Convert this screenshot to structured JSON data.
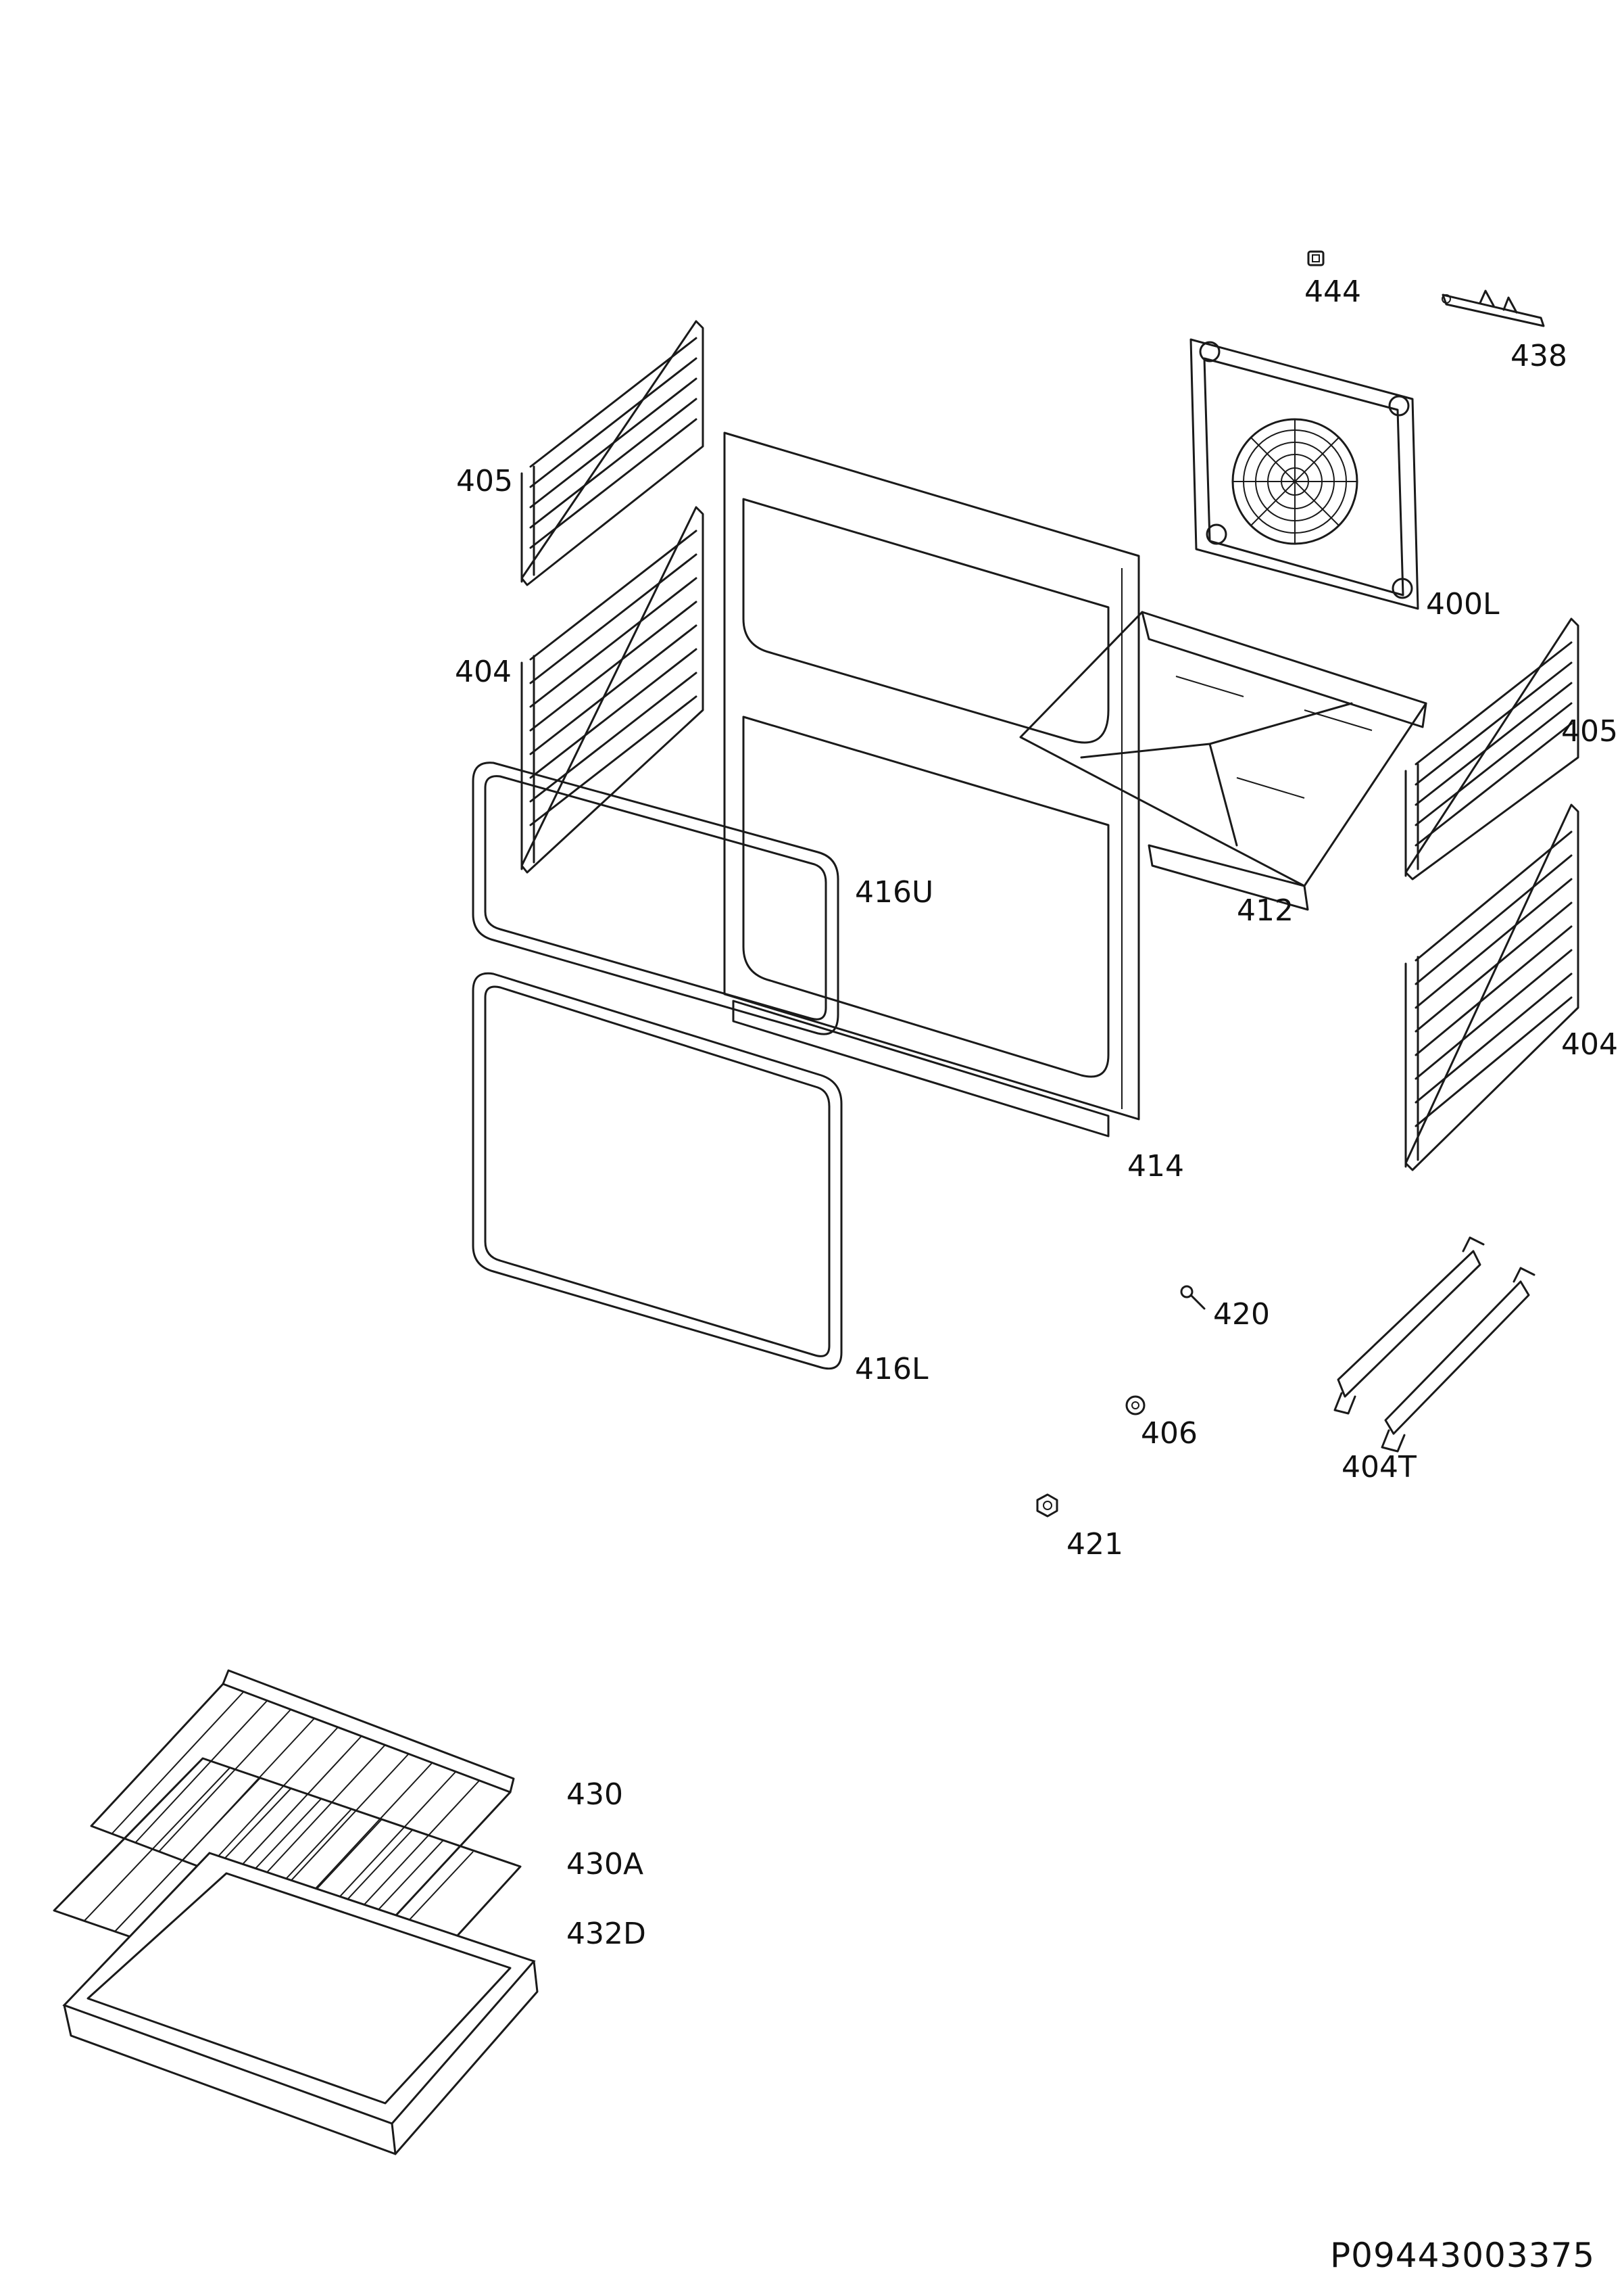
{
  "labels": {
    "p444": "444",
    "p438": "438",
    "p405_left": "405",
    "p400L": "400L",
    "p404_left": "404",
    "p405_right": "405",
    "p416U": "416U",
    "p412": "412",
    "p404_right": "404",
    "p414": "414",
    "p420": "420",
    "p416L": "416L",
    "p406": "406",
    "p404T": "404T",
    "p421": "421",
    "p430": "430",
    "p430A": "430A",
    "p432D": "432D"
  },
  "document_code": "P09443003375"
}
